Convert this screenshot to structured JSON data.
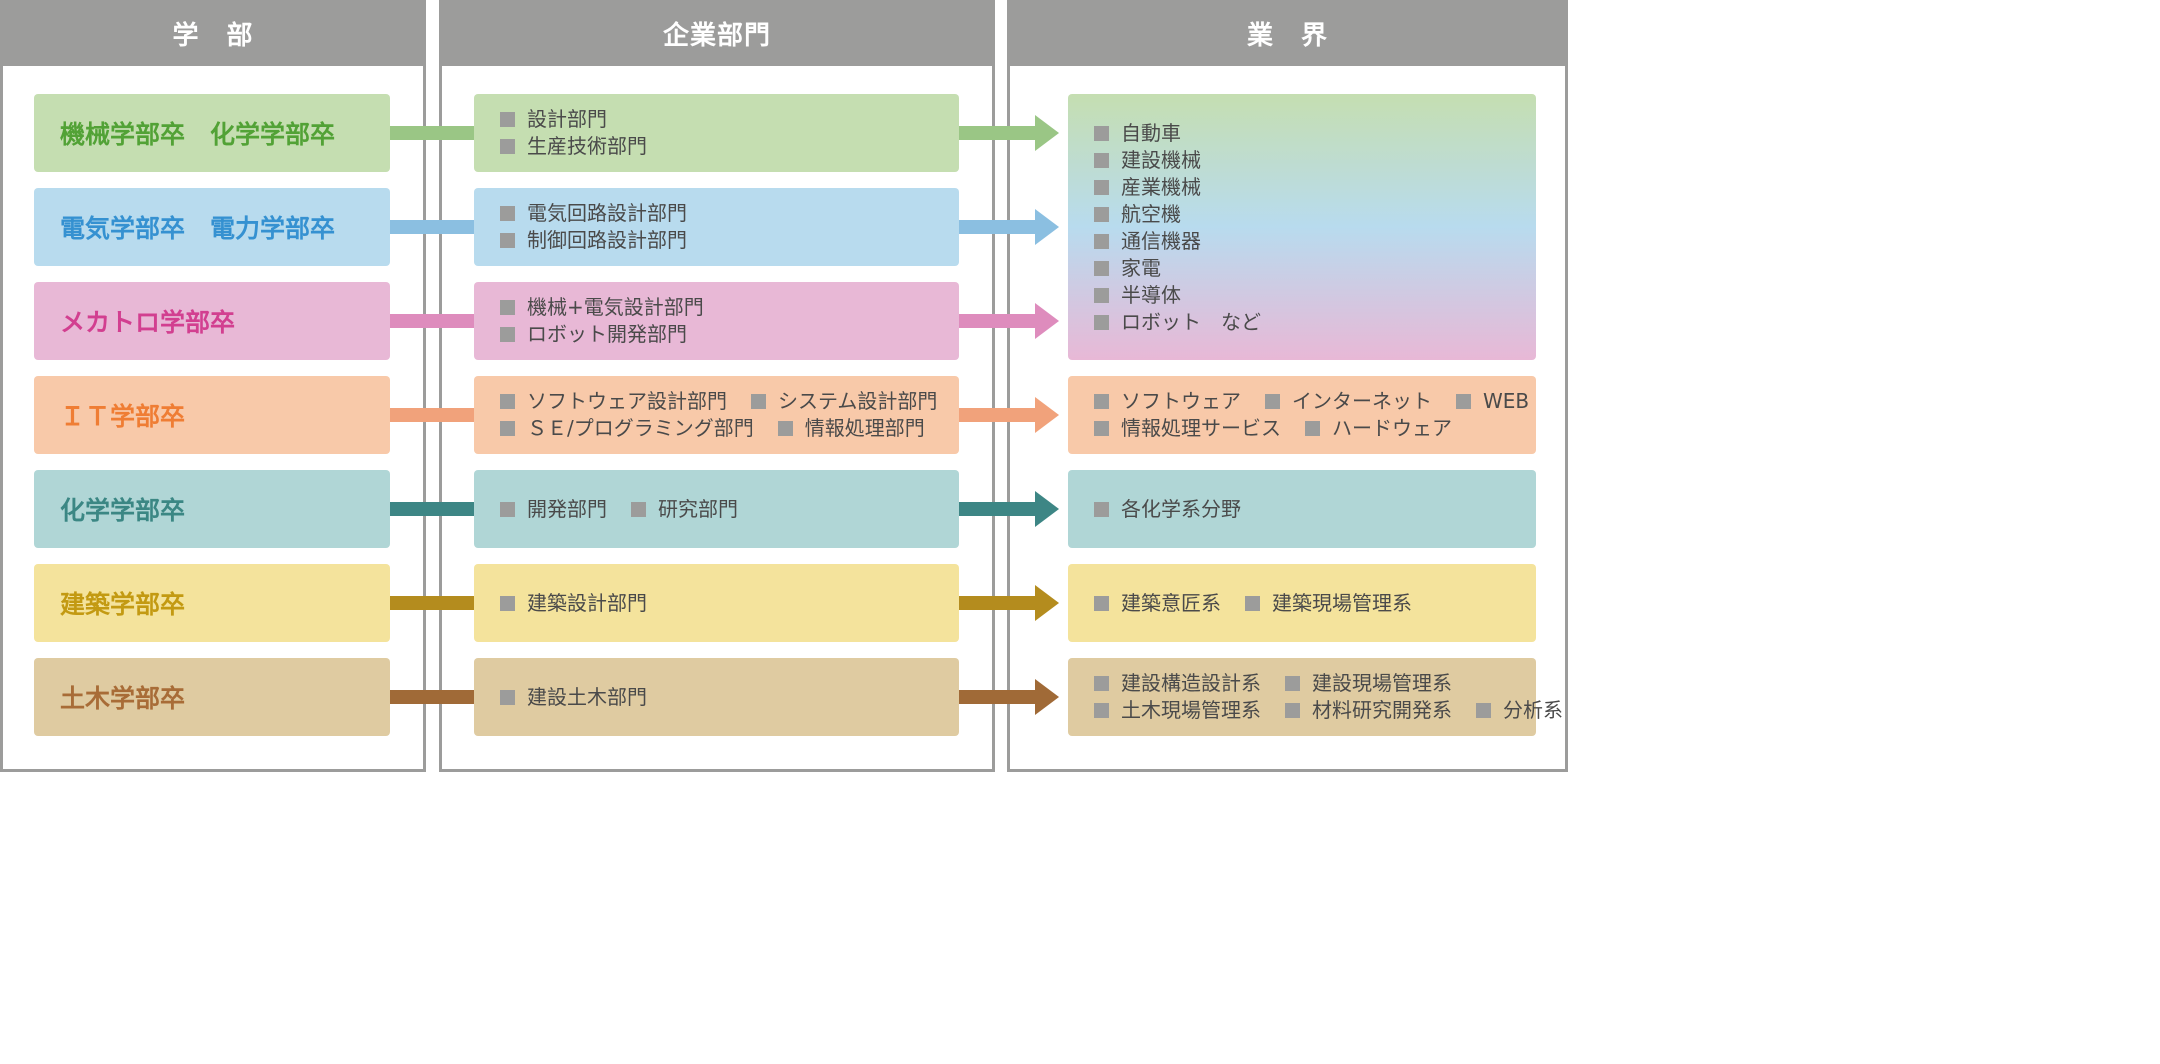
{
  "headers": {
    "faculty": "学　部",
    "department": "企業部門",
    "industry": "業　界"
  },
  "rows": [
    {
      "faculty": "機械学部卒　化学学部卒",
      "departments": [
        [
          "設計部門"
        ],
        [
          "生産技術部門"
        ]
      ],
      "colors": {
        "text": "#52a236",
        "box": "#c5deb1",
        "line": "#9ac685"
      }
    },
    {
      "faculty": "電気学部卒　電力学部卒",
      "departments": [
        [
          "電気回路設計部門"
        ],
        [
          "制御回路設計部門"
        ]
      ],
      "colors": {
        "text": "#3591d1",
        "box": "#b8dbee",
        "line": "#8bbfe1"
      }
    },
    {
      "faculty": "メカトロ学部卒",
      "departments": [
        [
          "機械+電気設計部門"
        ],
        [
          "ロボット開発部門"
        ]
      ],
      "colors": {
        "text": "#d23f90",
        "box": "#e8b8d6",
        "line": "#de8cbd"
      }
    },
    {
      "faculty": "ＩＴ学部卒",
      "departments": [
        [
          "ソフトウェア設計部門",
          "システム設計部門"
        ],
        [
          "ＳＥ/プログラミング部門",
          "情報処理部門"
        ]
      ],
      "industries": [
        [
          "ソフトウェア",
          "インターネット",
          "WEB"
        ],
        [
          "情報処理サービス",
          "ハードウェア"
        ]
      ],
      "colors": {
        "text": "#ef7d34",
        "box": "#f8c9a9",
        "line": "#f1a27b"
      }
    },
    {
      "faculty": "化学学部卒",
      "departments": [
        [
          "開発部門",
          "研究部門"
        ]
      ],
      "industries": [
        [
          "各化学系分野"
        ]
      ],
      "colors": {
        "text": "#3b8784",
        "box": "#b0d6d6",
        "line": "#3d8685"
      }
    },
    {
      "faculty": "建築学部卒",
      "departments": [
        [
          "建築設計部門"
        ]
      ],
      "industries": [
        [
          "建築意匠系",
          "建築現場管理系"
        ]
      ],
      "colors": {
        "text": "#c39a12",
        "box": "#f4e39c",
        "line": "#b48c1e"
      }
    },
    {
      "faculty": "土木学部卒",
      "departments": [
        [
          "建設土木部門"
        ]
      ],
      "industries": [
        [
          "建設構造設計系",
          "建設現場管理系"
        ],
        [
          "土木現場管理系",
          "材料研究開発系",
          "分析系"
        ]
      ],
      "colors": {
        "text": "#a86c37",
        "box": "#dfcba1",
        "line": "#a06a37"
      }
    }
  ],
  "manufacturing_industries": [
    "自動車",
    "建設機械",
    "産業機械",
    "航空機",
    "通信機器",
    "家電",
    "半導体",
    "ロボット　など"
  ],
  "manufacturing_gradient": [
    "#c5deb1",
    "#b8dbee",
    "#e8b8d6"
  ],
  "item_marker_color": "#9c9c9b",
  "header_color": "#9c9c9b"
}
